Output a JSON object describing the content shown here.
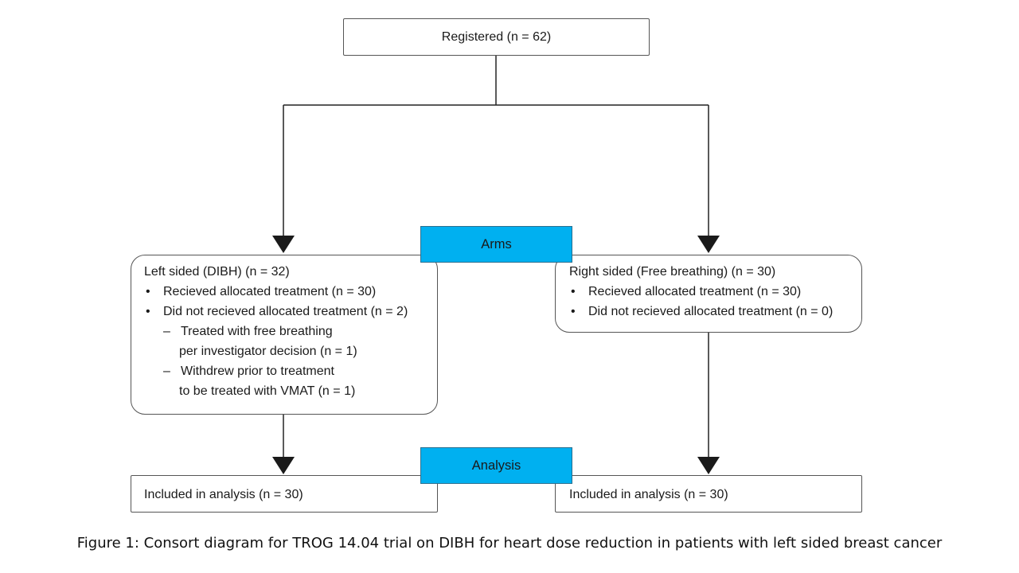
{
  "registered": {
    "text": "Registered (n = 62)"
  },
  "arms_label": "Arms",
  "analysis_label": "Analysis",
  "left_arm": {
    "title": "Left sided (DIBH) (n = 32)",
    "bullets": [
      "Recieved allocated treatment (n = 30)",
      "Did not recieved allocated treatment (n = 2)"
    ],
    "sub_items": [
      {
        "line1": "Treated with free breathing",
        "line2": "per investigator decision (n = 1)"
      },
      {
        "line1": "Withdrew prior to treatment",
        "line2": "to be treated with VMAT (n = 1)"
      }
    ]
  },
  "right_arm": {
    "title": "Right sided (Free breathing) (n = 30)",
    "bullets": [
      "Recieved allocated treatment (n = 30)",
      "Did not recieved allocated treatment (n = 0)"
    ]
  },
  "left_analysis": "Included in analysis (n = 30)",
  "right_analysis": "Included in analysis (n = 30)",
  "caption": "Figure 1: Consort diagram for TROG 14.04 trial on DIBH for heart dose reduction in patients with left sided breast cancer",
  "colors": {
    "label_fill": "#00b0f0",
    "line": "#222222"
  }
}
